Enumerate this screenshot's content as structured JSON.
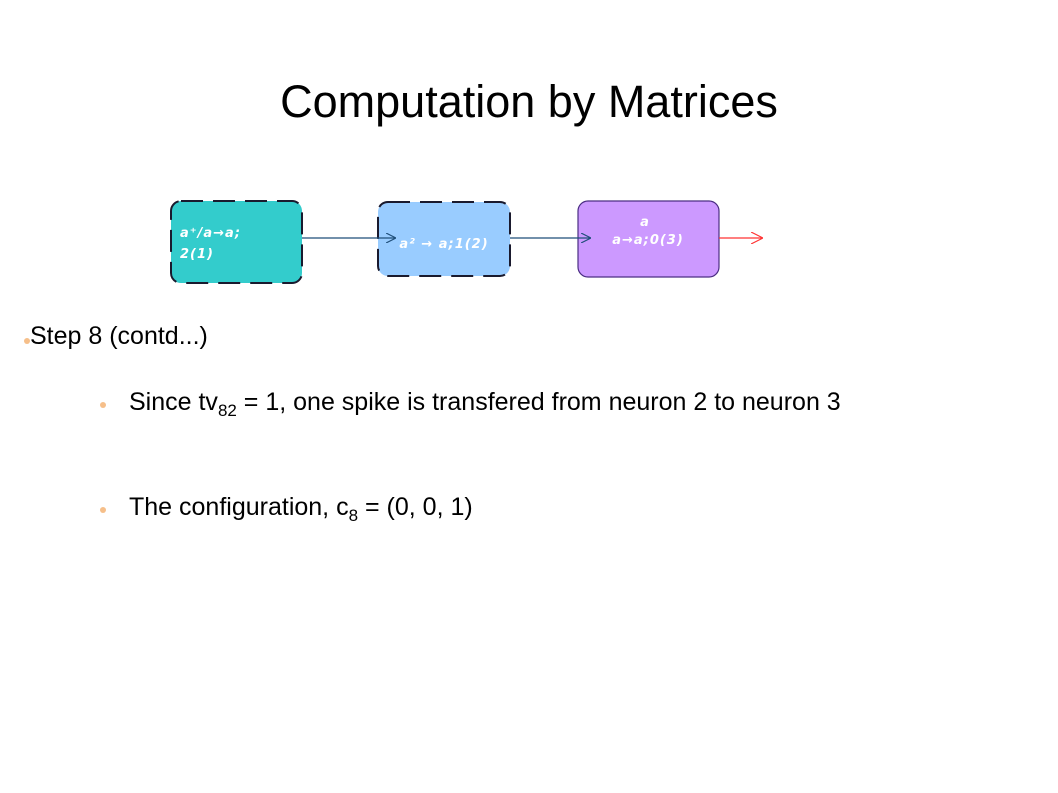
{
  "slide": {
    "title": "Computation by Matrices"
  },
  "diagram": {
    "neuron1": {
      "line1": "a⁺/a→a;",
      "line2": "2(1)",
      "fill": "#33cccc"
    },
    "neuron2": {
      "line1": "a² → a;1(2)",
      "fill": "#99ccff"
    },
    "neuron3": {
      "line1": "a",
      "line2": "a→a;0(3)",
      "fill": "#cc99ff"
    },
    "colors": {
      "synapse": "#1f4e79",
      "output": "#ff3333"
    }
  },
  "content": {
    "step_heading": "Step 8 (contd...)",
    "item1": {
      "pre": "Since tv",
      "sub": "82",
      "post": " = 1, one spike is transfered from neuron 2 to neuron 3"
    },
    "item2": {
      "pre": "The configuration, c",
      "sub": "8",
      "post": " = (0, 0, 1)"
    }
  }
}
